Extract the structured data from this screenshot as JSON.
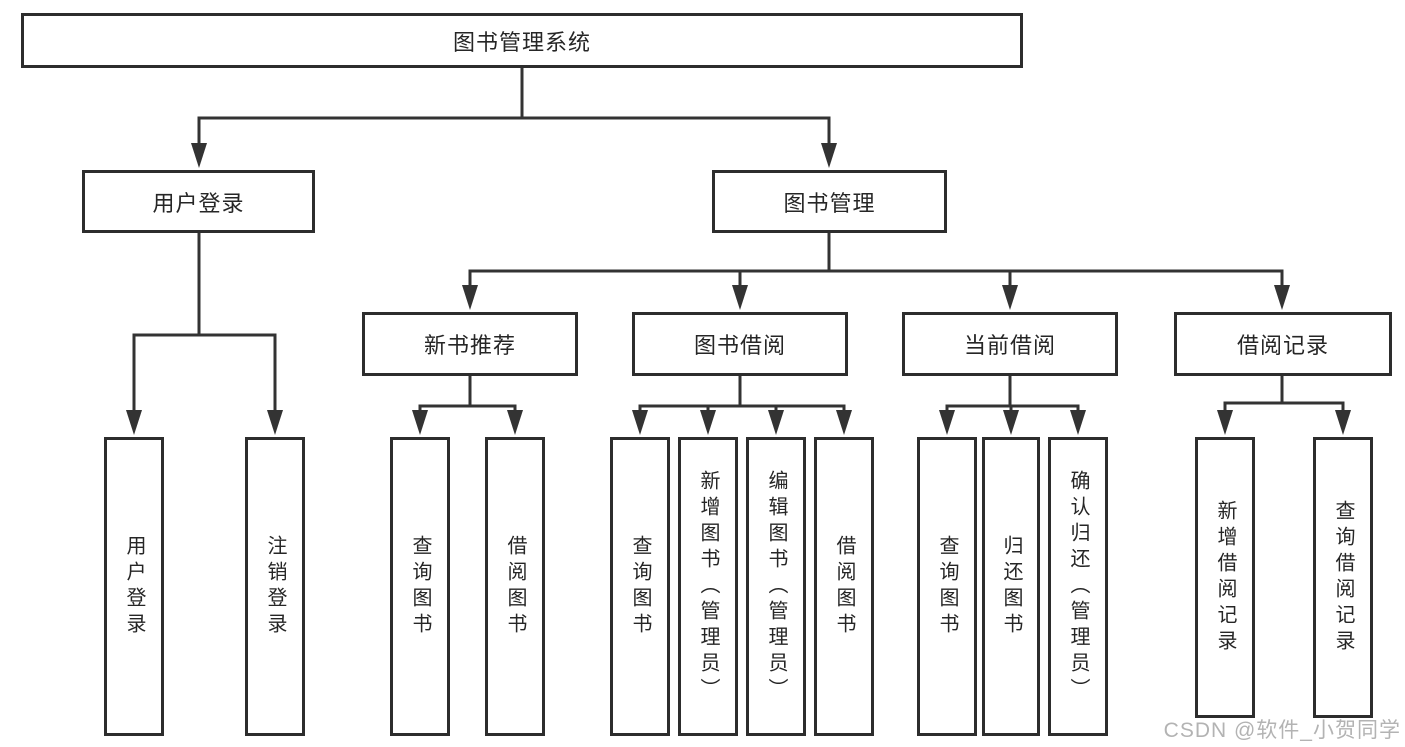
{
  "tree": {
    "root": "图书管理系统",
    "branches": [
      {
        "label": "用户登录",
        "children": [
          {
            "label": "用户登录"
          },
          {
            "label": "注销登录"
          }
        ]
      },
      {
        "label": "图书管理",
        "children": [
          {
            "label": "新书推荐",
            "children": [
              {
                "label": "查询图书"
              },
              {
                "label": "借阅图书"
              }
            ]
          },
          {
            "label": "图书借阅",
            "children": [
              {
                "label": "查询图书"
              },
              {
                "label": "新增图书（管理员）"
              },
              {
                "label": "编辑图书（管理员）"
              },
              {
                "label": "借阅图书"
              }
            ]
          },
          {
            "label": "当前借阅",
            "children": [
              {
                "label": "查询图书"
              },
              {
                "label": "归还图书"
              },
              {
                "label": "确认归还（管理员）"
              }
            ]
          },
          {
            "label": "借阅记录",
            "children": [
              {
                "label": "新增借阅记录"
              },
              {
                "label": "查询借阅记录"
              }
            ]
          }
        ]
      }
    ]
  },
  "watermark": "CSDN @软件_小贺同学",
  "colors": {
    "line": "#333333",
    "box_border": "#2d2d2d",
    "text": "#262626",
    "watermark": "#b3b3b3"
  }
}
